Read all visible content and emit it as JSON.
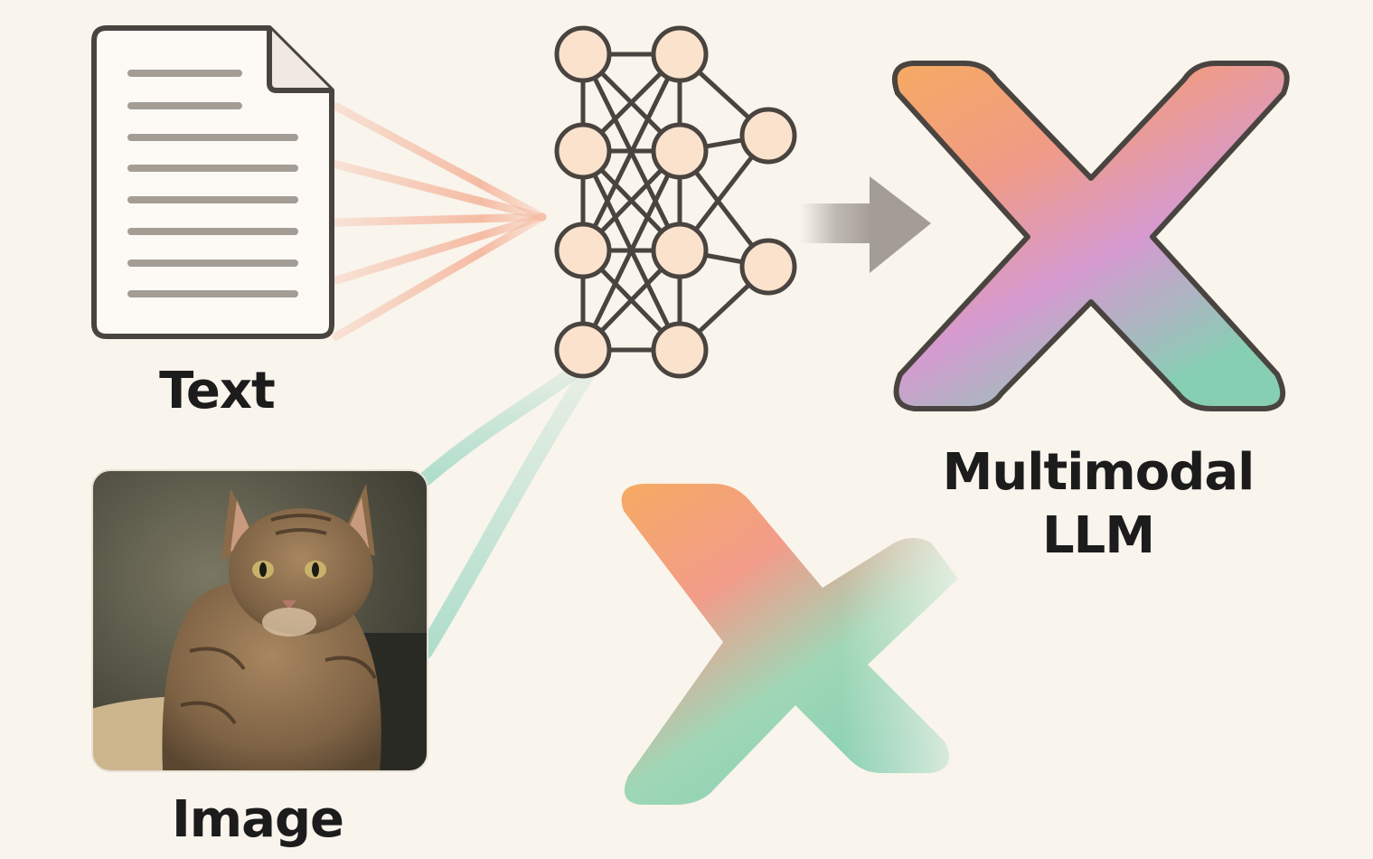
{
  "labels": {
    "text": "Text",
    "image": "Image",
    "model_line1": "Multimodal",
    "model_line2": "LLM"
  },
  "icons": {
    "document": "document-icon",
    "photo": "cat-photo",
    "network": "neural-network-icon",
    "arrow": "right-arrow-icon",
    "logo_large": "x-logo-large",
    "logo_small": "x-logo-small"
  },
  "colors": {
    "background": "#f9f4ec",
    "outline": "#4a4440",
    "node_fill": "#fbe2cc",
    "text_stream": "#f4a98c",
    "image_stream": "#8fd3bd",
    "gradient_orange": "#f6aa62",
    "gradient_pink": "#d59ad0",
    "gradient_teal": "#86cfb3"
  }
}
